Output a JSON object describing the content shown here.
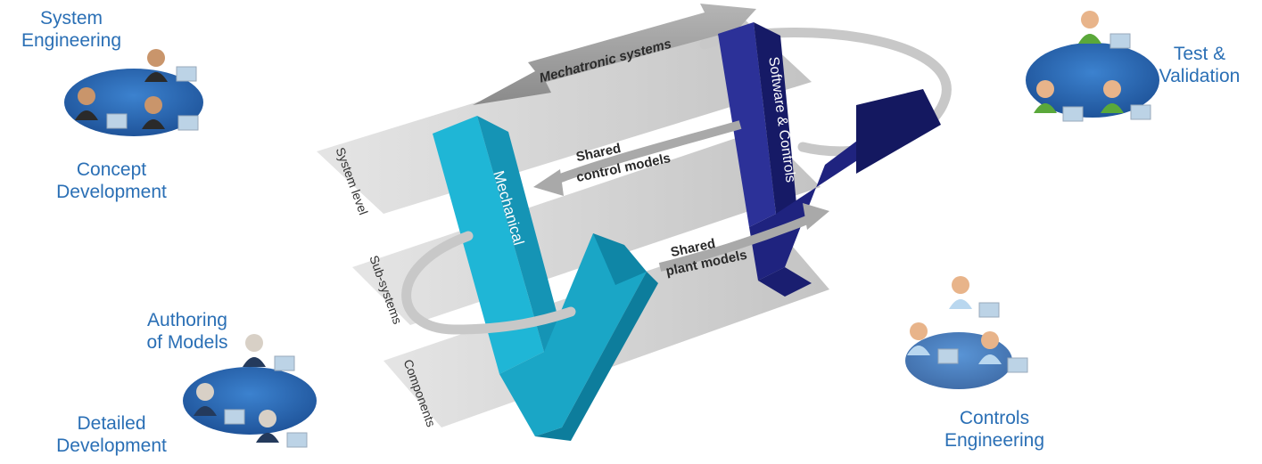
{
  "labels": {
    "system_engineering": "System\nEngineering",
    "concept_development": "Concept\nDevelopment",
    "authoring_of_models": "Authoring\nof Models",
    "detailed_development": "Detailed\nDevelopment",
    "test_validation": "Test &\nValidation",
    "controls_engineering": "Controls\nEngineering"
  },
  "levels": {
    "system_level": "System level",
    "sub_systems": "Sub-systems",
    "components": "Components"
  },
  "arrows": {
    "mechatronic_systems": "Mechatronic systems",
    "shared_control_models_1": "Shared",
    "shared_control_models_2": "control models",
    "shared_plant_models_1": "Shared",
    "shared_plant_models_2": "plant models"
  },
  "vees": {
    "mechanical": "Mechanical",
    "software_controls": "Software & Controls"
  },
  "colors": {
    "label_blue": "#2a6fb5",
    "mechanical_cyan": "#1fb6d6",
    "software_navy": "#1f237f",
    "band_gray": "#d0d0d0",
    "team_disc_blue": "#2d69b6"
  },
  "icons": {
    "team_system": "people-at-computers-icon",
    "team_detailed": "people-at-computers-icon",
    "team_test": "people-at-computers-icon",
    "team_controls": "people-at-computers-icon"
  }
}
